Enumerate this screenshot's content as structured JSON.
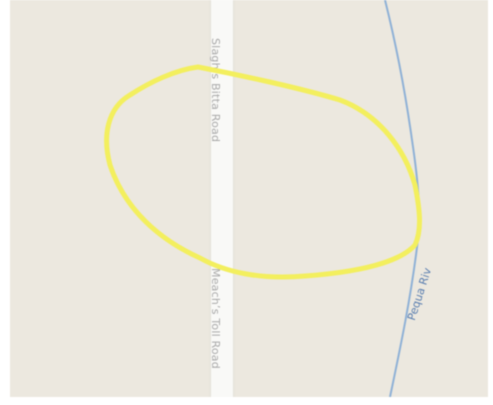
{
  "map": {
    "road": {
      "label_north": "Slagh’s Bitta Road",
      "label_south": "Meach’s Toll Road"
    },
    "river": {
      "label": "Pequa Riv"
    },
    "colors": {
      "land": "#ece8df",
      "road": "#f9f9f7",
      "river": "#8fb1d6",
      "highlight": "#f3ef5e"
    },
    "icons": {
      "highlight": "ellipse-highlight-marker"
    }
  }
}
